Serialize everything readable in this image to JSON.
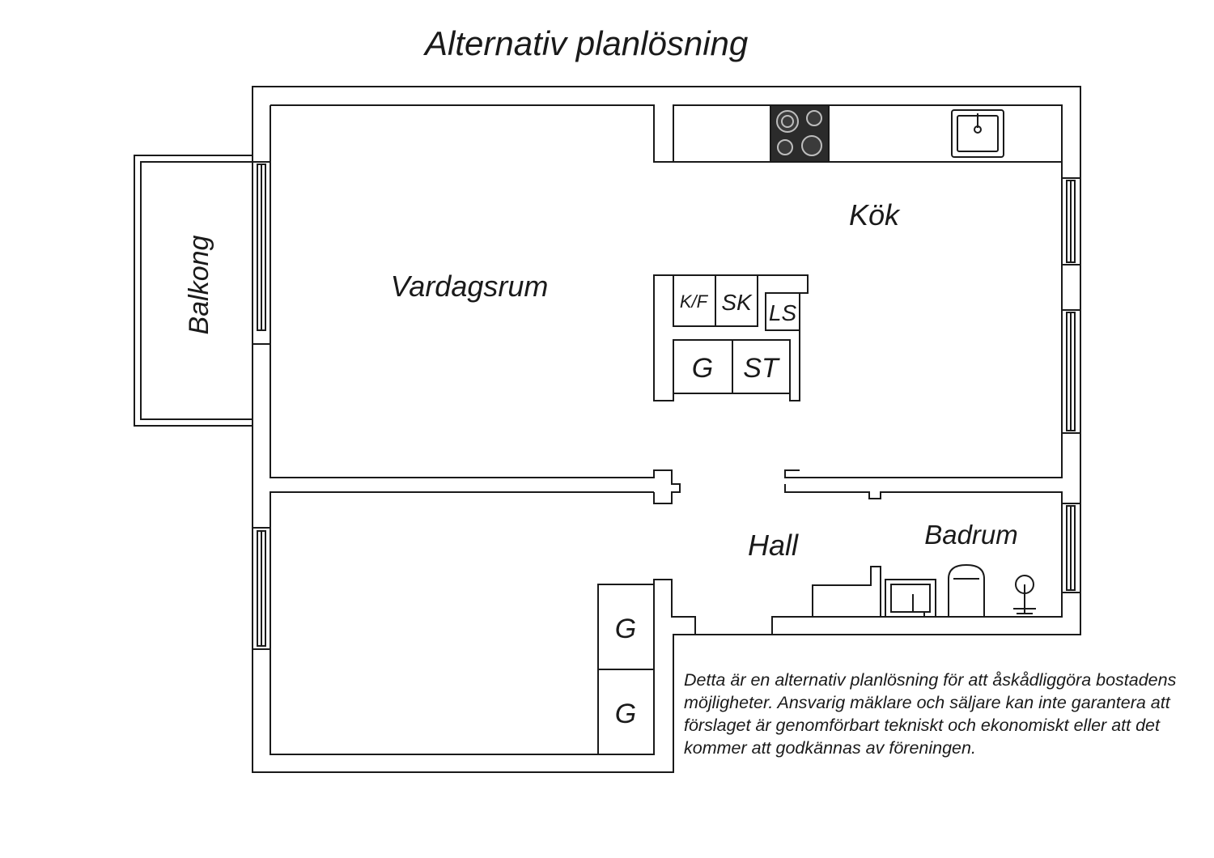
{
  "title": "Alternativ planlösning",
  "rooms": {
    "balcony": "Balkong",
    "living_room": "Vardagsrum",
    "kitchen": "Kök",
    "hall": "Hall",
    "bathroom": "Badrum"
  },
  "closets": {
    "kf": "K/F",
    "sk": "SK",
    "ls": "LS",
    "g_upper": "G",
    "st": "ST",
    "g_bedroom_top": "G",
    "g_bedroom_bottom": "G"
  },
  "disclaimer": "Detta är en alternativ planlösning för att åskådliggöra bostadens möjligheter. Ansvarig mäklare och säljare kan inte garantera att förslaget är genomförbart tekniskt och ekonomiskt eller att det kommer att godkännas av föreningen."
}
